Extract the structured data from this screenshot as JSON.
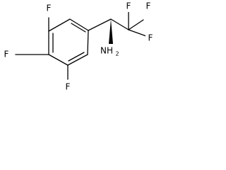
{
  "molecule": {
    "atoms": {
      "f_top": "F",
      "f_left": "F",
      "f_bottom": "F",
      "f_cf3_left": "F",
      "f_cf3_right": "F",
      "f_cf3_down": "F",
      "amine_n": "NH",
      "amine_h_count": "2"
    },
    "stereo": "wedge",
    "colors": {
      "ink": "#000000",
      "background": "#ffffff"
    }
  }
}
